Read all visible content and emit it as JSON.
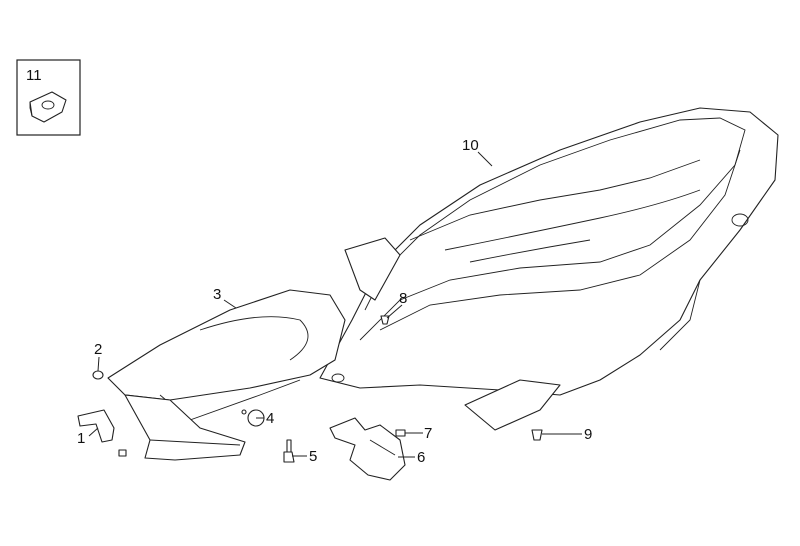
{
  "diagram": {
    "inset_label": "11",
    "callouts": [
      {
        "id": "1",
        "part": "bracket"
      },
      {
        "id": "2",
        "part": "plug"
      },
      {
        "id": "3",
        "part": "rear-inner-cover"
      },
      {
        "id": "4",
        "part": "pin-clip"
      },
      {
        "id": "5",
        "part": "screw"
      },
      {
        "id": "6",
        "part": "support-bracket"
      },
      {
        "id": "7",
        "part": "screw"
      },
      {
        "id": "8",
        "part": "screw"
      },
      {
        "id": "9",
        "part": "screw"
      },
      {
        "id": "10",
        "part": "rear-body-shell"
      }
    ]
  }
}
